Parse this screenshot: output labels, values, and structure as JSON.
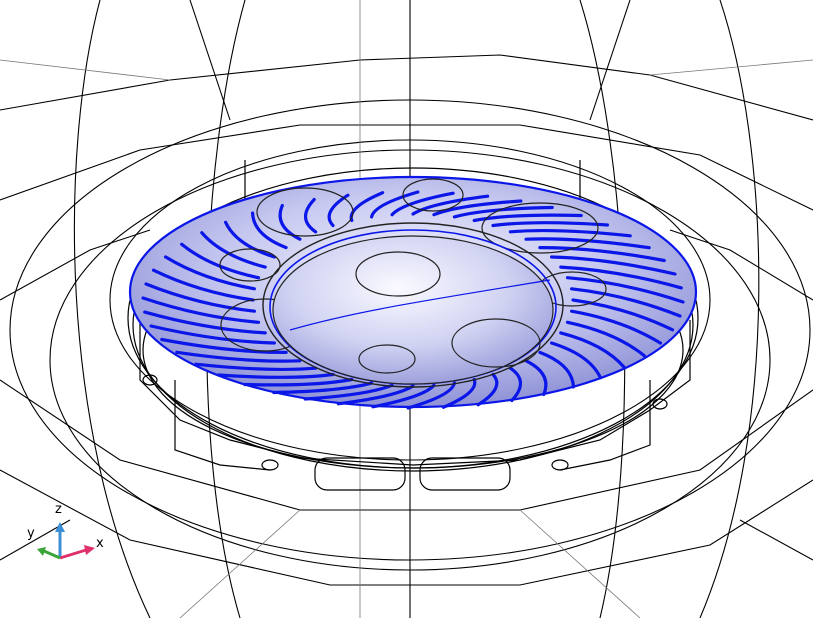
{
  "viewport": {
    "background": "#ffffff",
    "wire_color": "#000000",
    "surface_fill": "#bfc2ee",
    "highlight_color": "#0b16e8",
    "blade_count": 48
  },
  "axes": {
    "x_label": "x",
    "y_label": "y",
    "z_label": "z",
    "x_color": "#e0306b",
    "y_color": "#3aa63a",
    "z_color": "#3a8fd6"
  }
}
